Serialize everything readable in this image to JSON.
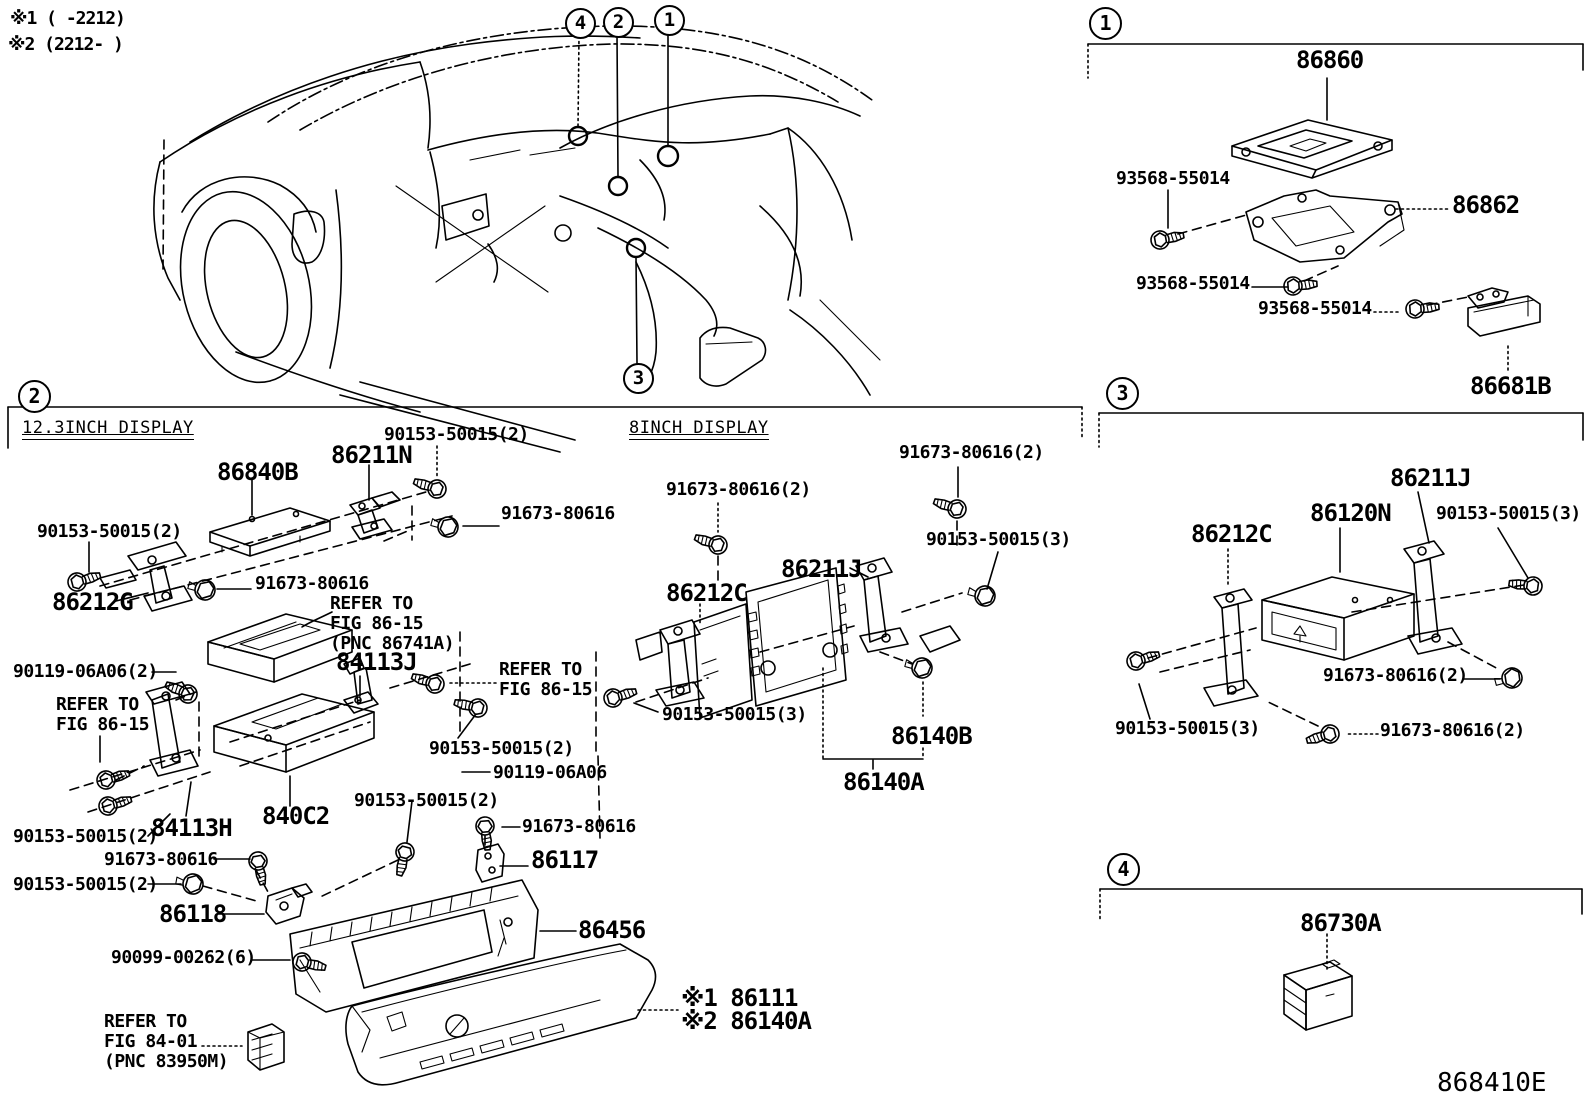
{
  "notes": {
    "line1": "※1 (    -2212)",
    "line2": "※2 (2212-      )"
  },
  "footer": {
    "code": "868410E"
  },
  "callouts": {
    "car4": "4",
    "car2": "2",
    "car1": "1",
    "car3": "3",
    "sec1": "1",
    "sec2": "2",
    "sec3": "3",
    "sec4": "4"
  },
  "section1": {
    "labels": {
      "p86860": "86860",
      "screw1": "93568-55014",
      "p86862": "86862",
      "screw2": "93568-55014",
      "screw3": "93568-55014",
      "p86681B": "86681B"
    }
  },
  "section2": {
    "heading123": "12.3INCH DISPLAY",
    "heading8": "8INCH DISPLAY",
    "labels123": {
      "screw_top": "90153-50015(2)",
      "p86211N": "86211N",
      "p86840B": "86840B",
      "screw_right": "91673-80616",
      "screw_left": "90153-50015(2)",
      "screw_mid": "91673-80616",
      "p86212G": "86212G",
      "refer_dvd": "REFER TO\nFIG 86-15\n(PNC 86741A)",
      "p84113J": "84113J",
      "washer2": "90119-06A06(2)",
      "refer_left": "REFER TO\nFIG 86-15",
      "refer_mid": "REFER TO\nFIG 86-15",
      "screw_c1": "90153-50015(2)",
      "washer1": "90119-06A06",
      "screw_c2": "90153-50015(2)",
      "p840C2": "840C2",
      "p84113H": "84113H",
      "screw_bl1": "90153-50015(2)",
      "screw_bl2": "91673-80616",
      "screw_bl3": "90153-50015(2)",
      "p86118": "86118",
      "screw_86117": "91673-80616",
      "p86117": "86117",
      "screw_90099": "90099-00262(6)",
      "refer_switch": "REFER TO\nFIG 84-01\n(PNC 83950M)",
      "p86456": "86456",
      "p86111": "※1 86111",
      "p86140A_alt": "※2 86140A"
    },
    "labels8": {
      "screw1": "91673-80616(2)",
      "screw2": "91673-80616(2)",
      "p86211J": "86211J",
      "screw3": "90153-50015(3)",
      "p86212C": "86212C",
      "screw4": "90153-50015(3)",
      "p86140B": "86140B",
      "p86140A": "86140A"
    }
  },
  "section3": {
    "labels": {
      "p86211J": "86211J",
      "p86120N": "86120N",
      "screw1": "90153-50015(3)",
      "p86212C": "86212C",
      "screw2": "91673-80616(2)",
      "screw3": "90153-50015(3)",
      "screw4": "91673-80616(2)"
    }
  },
  "section4": {
    "labels": {
      "p86730A": "86730A"
    }
  }
}
